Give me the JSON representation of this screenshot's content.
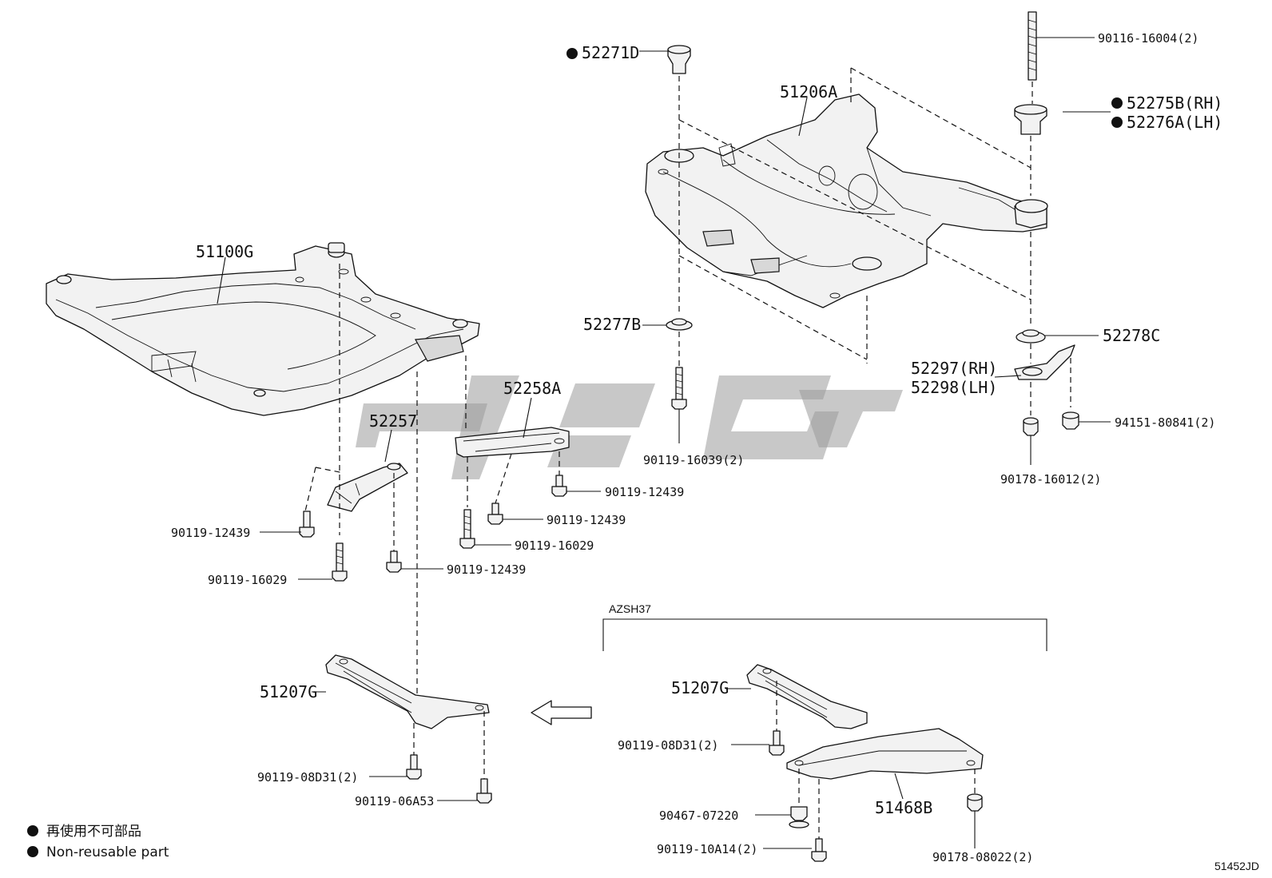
{
  "diagram_code": "51452JD",
  "variant_label": "AZSH37",
  "legend": {
    "marker": "●",
    "items": [
      {
        "text": "再使用不可部品"
      },
      {
        "text": "Non-reusable part"
      }
    ]
  },
  "parts": {
    "crossmember_front": "51100G",
    "crossmember_rear": "51206A",
    "bushing_upper_left": "52271D",
    "stud_upper_right": "90116-16004(2)",
    "bushing_rh": "52275B(RH)",
    "bushing_lh": "52276A(LH)",
    "stopper_left": "52277B",
    "stopper_right": "52278C",
    "bracket_rh": "52297(RH)",
    "bracket_lh": "52298(LH)",
    "nut_right": "94151-80841(2)",
    "bolt_center": "90119-16039(2)",
    "bolt_right": "90178-16012(2)",
    "brace_left": "52257",
    "brace_center": "52258A",
    "bolt_a": "90119-12439",
    "bolt_b": "90119-16029",
    "member_brace": "51207G",
    "bolt_c": "90119-08D31(2)",
    "bolt_d": "90119-06A53",
    "cover": "51468B",
    "clip": "90467-07220",
    "bolt_e": "90119-10A14(2)",
    "nut_f": "90178-08022(2)"
  },
  "colors": {
    "line": "#111111",
    "part_fill": "#f2f2f2",
    "watermark": "#9a9a9a"
  }
}
